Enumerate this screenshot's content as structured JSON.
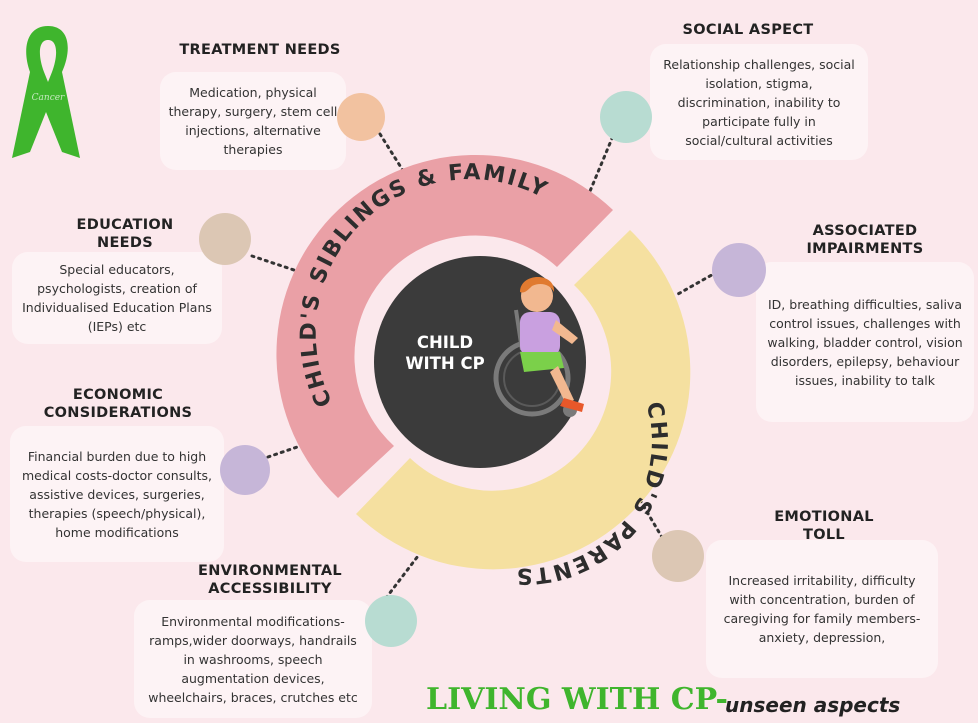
{
  "title": {
    "main": "LIVING WITH CP-",
    "sub": "unseen aspects"
  },
  "center": {
    "label": "CHILD WITH CP"
  },
  "rings": {
    "siblings": "CHILD'S SIBLINGS & FAMILY",
    "parents": "CHILD'S PARENTS"
  },
  "colors": {
    "background": "#fbe8ec",
    "siblings_ring": "#eaa0a6",
    "parents_ring": "#f5e0a0",
    "center": "#3b3b3b",
    "ribbon": "#3fb52d",
    "accent_green": "#3fb52d"
  },
  "icons": {
    "ribbon": "awareness-ribbon-icon",
    "child": "child-in-wheelchair-icon"
  },
  "ribbon": {
    "text": "Cancer"
  },
  "topics": {
    "treatment": {
      "heading": "TREATMENT NEEDS",
      "text": "Medication, physical therapy, surgery, stem cell injections, alternative therapies",
      "dot_color": "#f2c2a0"
    },
    "social": {
      "heading": "SOCIAL ASPECT",
      "text": "Relationship challenges, social isolation, stigma, discrimination, inability to participate fully in social/cultural activities",
      "dot_color": "#b8dcd2"
    },
    "education": {
      "heading": "EDUCATION NEEDS",
      "text": "Special educators, psychologists, creation of Individualised Education Plans (IEPs) etc",
      "dot_color": "#dcc7b4"
    },
    "impairments": {
      "heading": "ASSOCIATED IMPAIRMENTS",
      "text": "ID, breathing difficulties, saliva control issues, challenges with walking, bladder control, vision disorders, epilepsy, behaviour issues, inability to talk",
      "dot_color": "#c6b6d8"
    },
    "economic": {
      "heading": "ECONOMIC CONSIDERATIONS",
      "text": "Financial burden due to high medical costs-doctor consults, assistive devices, surgeries, therapies (speech/physical), home modifications",
      "dot_color": "#c6b6d8"
    },
    "emotional": {
      "heading": "EMOTIONAL TOLL",
      "text": "Increased irritability, difficulty with concentration, burden of caregiving for family members- anxiety, depression,",
      "dot_color": "#dcc7b4"
    },
    "environmental": {
      "heading": "ENVIRONMENTAL ACCESSIBILITY",
      "text": "Environmental modifications- ramps,wider doorways, handrails in washrooms, speech augmentation devices, wheelchairs, braces, crutches etc",
      "dot_color": "#b8dcd2"
    }
  }
}
